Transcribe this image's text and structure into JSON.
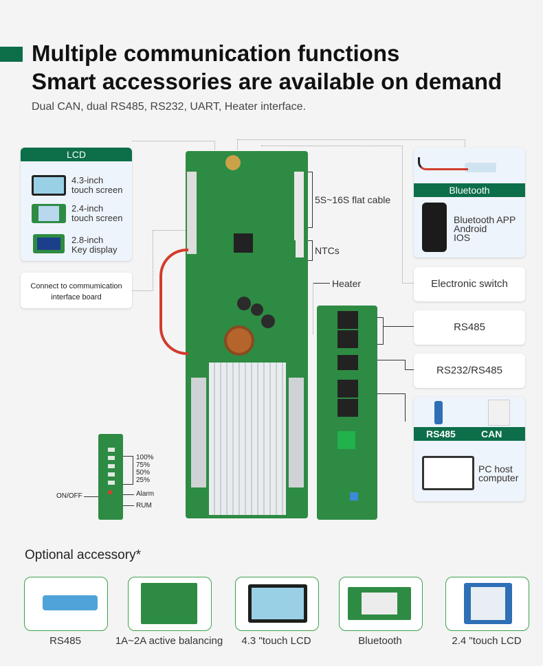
{
  "header": {
    "line1": "Multiple communication functions",
    "line2": "Smart accessories are available on demand",
    "subtitle": "Dual CAN, dual RS485, RS232, UART, Heater interface."
  },
  "lcd_panel": {
    "tab": "LCD",
    "items": [
      {
        "line1": "4.3-inch",
        "line2": "touch screen"
      },
      {
        "line1": "2.4-inch",
        "line2": "touch screen"
      },
      {
        "line1": "2.8-inch",
        "line2": "Key display"
      }
    ]
  },
  "interface_note": {
    "line1": "Connect to commumication",
    "line2": "interface board"
  },
  "board_labels": {
    "flat_cable": "5S~16S flat cable",
    "ntcs": "NTCs",
    "heater": "Heater"
  },
  "indicator_labels": {
    "levels": [
      "100%",
      "75%",
      "50%",
      "25%"
    ],
    "alarm": "Alarm",
    "rum": "RUM",
    "onoff": "ON/OFF"
  },
  "right_panel": {
    "bluetooth_tab": "Bluetooth",
    "app_lines": [
      "Bluetooth APP",
      "Android",
      "IOS"
    ],
    "electronic_switch": "Electronic switch",
    "rs485": "RS485",
    "rs232": "RS232/RS485",
    "tab_rs485": "RS485",
    "tab_can": "CAN",
    "pc_lines": [
      "PC host",
      "computer"
    ]
  },
  "accessories": {
    "title": "Optional accessory*",
    "items": [
      {
        "label": "RS485"
      },
      {
        "label": "1A~2A active balancing"
      },
      {
        "label": "4.3 \"touch LCD"
      },
      {
        "label": "Bluetooth"
      },
      {
        "label": "2.4 \"touch LCD"
      }
    ]
  },
  "colors": {
    "brand_green": "#0d6e4a",
    "pcb_green": "#2e8b43"
  }
}
